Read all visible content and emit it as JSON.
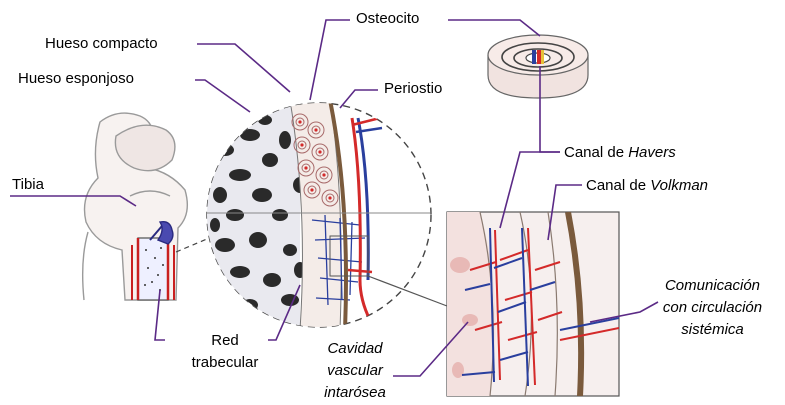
{
  "labels": {
    "osteocito": "Osteocito",
    "hueso_compacto": "Hueso compacto",
    "hueso_esponjoso": "Hueso esponjoso",
    "periostio": "Periostio",
    "tibia": "Tibia",
    "canal_havers_prefix": "Canal de ",
    "canal_havers_name": "Havers",
    "canal_volkman_prefix": "Canal de ",
    "canal_volkman_name": "Volkman",
    "comunicacion_line1": "Comunicación",
    "comunicacion_line2": "con circulación",
    "comunicacion_line3": "sistémica",
    "red_line1": "Red",
    "red_line2": "trabecular",
    "cavidad_line1": "Cavidad",
    "cavidad_line2": "vascular",
    "cavidad_line3": "intarósea"
  },
  "colors": {
    "leader_line": "#5b2a86",
    "vessel_red": "#d42a2a",
    "vessel_blue": "#2a3f9e",
    "bone_fill": "#f2e6e4",
    "periosteum": "#7a5a3c"
  },
  "icons": [
    "tibia-knee-sketch",
    "magnified-bone-circle",
    "osteon-cylinder",
    "havers-volkman-detail"
  ]
}
